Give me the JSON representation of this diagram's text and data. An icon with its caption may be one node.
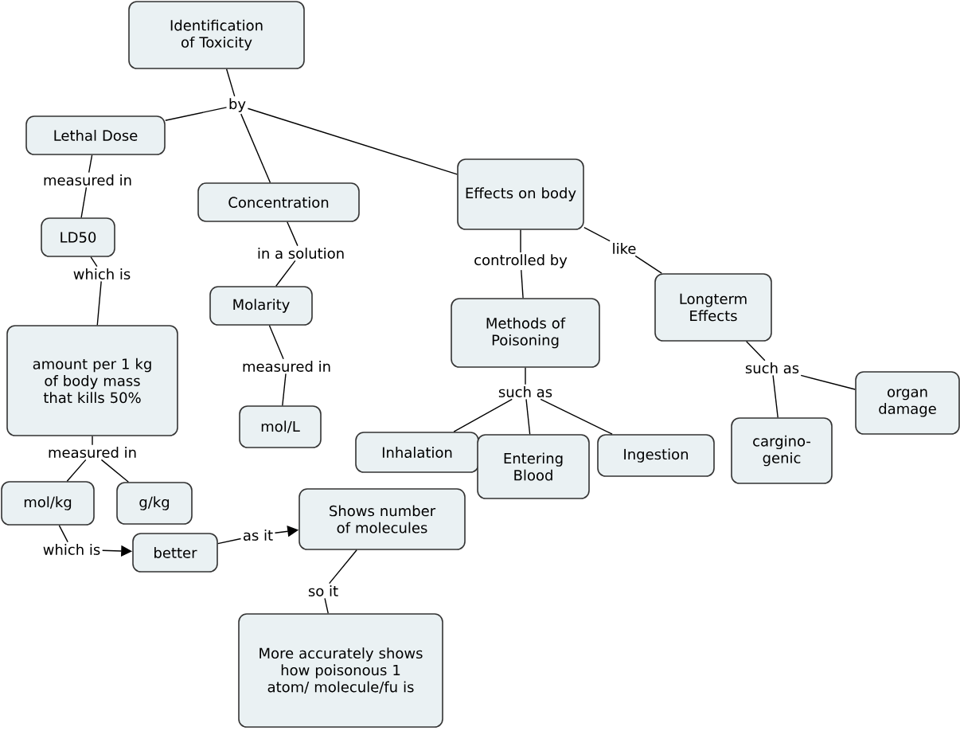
{
  "diagram": {
    "nodes": [
      {
        "text": [
          "Identification of Toxicity"
        ]
      },
      {
        "text": [
          "by"
        ]
      },
      {
        "text": [
          "Lethal Dose"
        ]
      },
      {
        "text": [
          "Concentration"
        ]
      },
      {
        "text": [
          "Effects on body"
        ]
      },
      {
        "text": [
          "measured in"
        ]
      },
      {
        "text": [
          "LD50"
        ]
      },
      {
        "text": [
          "in a solution"
        ]
      },
      {
        "text": [
          "Molarity"
        ]
      },
      {
        "text": [
          "which is"
        ]
      },
      {
        "text": [
          "amount per 1 kg of body mass that kills 50%"
        ]
      },
      {
        "text": [
          "measured in"
        ]
      },
      {
        "text": [
          "mol/L"
        ]
      },
      {
        "text": [
          "controlled by"
        ]
      },
      {
        "text": [
          "like"
        ]
      },
      {
        "text": [
          "Methods of Poisoning"
        ]
      },
      {
        "text": [
          "Longterm Effects"
        ]
      },
      {
        "text": [
          "measured in"
        ]
      },
      {
        "text": [
          "such as"
        ]
      },
      {
        "text": [
          "such as"
        ]
      },
      {
        "text": [
          "Inhalation"
        ]
      },
      {
        "text": [
          "Entering Blood"
        ]
      },
      {
        "text": [
          "Ingestion"
        ]
      },
      {
        "text": [
          "cargino-genic"
        ]
      },
      {
        "text": [
          "organ damage"
        ]
      },
      {
        "text": [
          "mol/kg"
        ]
      },
      {
        "text": [
          "g/kg"
        ]
      },
      {
        "text": [
          "which is"
        ]
      },
      {
        "text": [
          "better"
        ]
      },
      {
        "text": [
          "as it"
        ]
      },
      {
        "text": [
          "Shows number of molecules"
        ]
      },
      {
        "text": [
          "so it"
        ]
      },
      {
        "text": [
          "More accurately shows how poisonous 1 atom/ molecule/fu is"
        ]
      }
    ],
    "edges": [
      {
        "from": 0,
        "to": 1,
        "arrow": "none"
      },
      {
        "from": 1,
        "to": 2,
        "arrow": "none"
      },
      {
        "from": 1,
        "to": 3,
        "arrow": "none"
      },
      {
        "from": 1,
        "to": 4,
        "arrow": "none"
      },
      {
        "from": 2,
        "to": 5,
        "arrow": "none"
      },
      {
        "from": 5,
        "to": 6,
        "arrow": "none"
      },
      {
        "from": 6,
        "to": 9,
        "arrow": "none"
      },
      {
        "from": 9,
        "to": 10,
        "arrow": "none"
      },
      {
        "from": 3,
        "to": 7,
        "arrow": "none"
      },
      {
        "from": 7,
        "to": 8,
        "arrow": "none"
      },
      {
        "from": 8,
        "to": 11,
        "arrow": "none"
      },
      {
        "from": 11,
        "to": 12,
        "arrow": "none"
      },
      {
        "from": 4,
        "to": 13,
        "arrow": "none"
      },
      {
        "from": 13,
        "to": 15,
        "arrow": "none"
      },
      {
        "from": 4,
        "to": 14,
        "arrow": "none"
      },
      {
        "from": 14,
        "to": 16,
        "arrow": "none"
      },
      {
        "from": 10,
        "to": 17,
        "arrow": "none"
      },
      {
        "from": 17,
        "to": 25,
        "arrow": "none"
      },
      {
        "from": 17,
        "to": 26,
        "arrow": "none"
      },
      {
        "from": 15,
        "to": 18,
        "arrow": "none"
      },
      {
        "from": 18,
        "to": 20,
        "arrow": "none"
      },
      {
        "from": 18,
        "to": 21,
        "arrow": "none"
      },
      {
        "from": 18,
        "to": 22,
        "arrow": "none"
      },
      {
        "from": 16,
        "to": 19,
        "arrow": "none"
      },
      {
        "from": 19,
        "to": 23,
        "arrow": "none"
      },
      {
        "from": 19,
        "to": 24,
        "arrow": "none"
      },
      {
        "from": 25,
        "to": 27,
        "arrow": "none"
      },
      {
        "from": 27,
        "to": 28,
        "arrow": "to"
      },
      {
        "from": 28,
        "to": 29,
        "arrow": "none"
      },
      {
        "from": 29,
        "to": 30,
        "arrow": "to"
      },
      {
        "from": 30,
        "to": 31,
        "arrow": "none"
      },
      {
        "from": 31,
        "to": 32,
        "arrow": "none"
      }
    ]
  }
}
